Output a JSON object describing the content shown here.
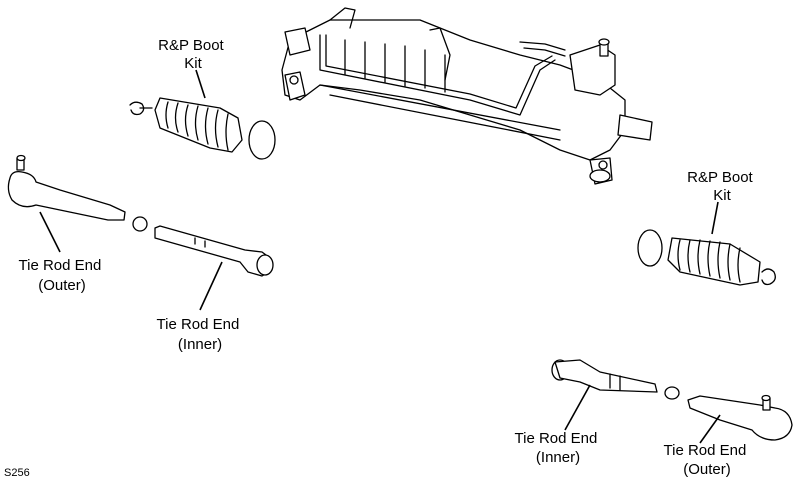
{
  "labels": {
    "boot_kit_left": [
      "R&P Boot",
      "Kit"
    ],
    "boot_kit_right": [
      "R&P Boot",
      "Kit"
    ],
    "outer_left": [
      "Tie Rod End",
      "(Outer)"
    ],
    "inner_left": [
      "Tie Rod End",
      "(Inner)"
    ],
    "inner_right": [
      "Tie Rod End",
      "(Inner)"
    ],
    "outer_right": [
      "Tie Rod End",
      "(Outer)"
    ]
  },
  "figure_code": "S256"
}
